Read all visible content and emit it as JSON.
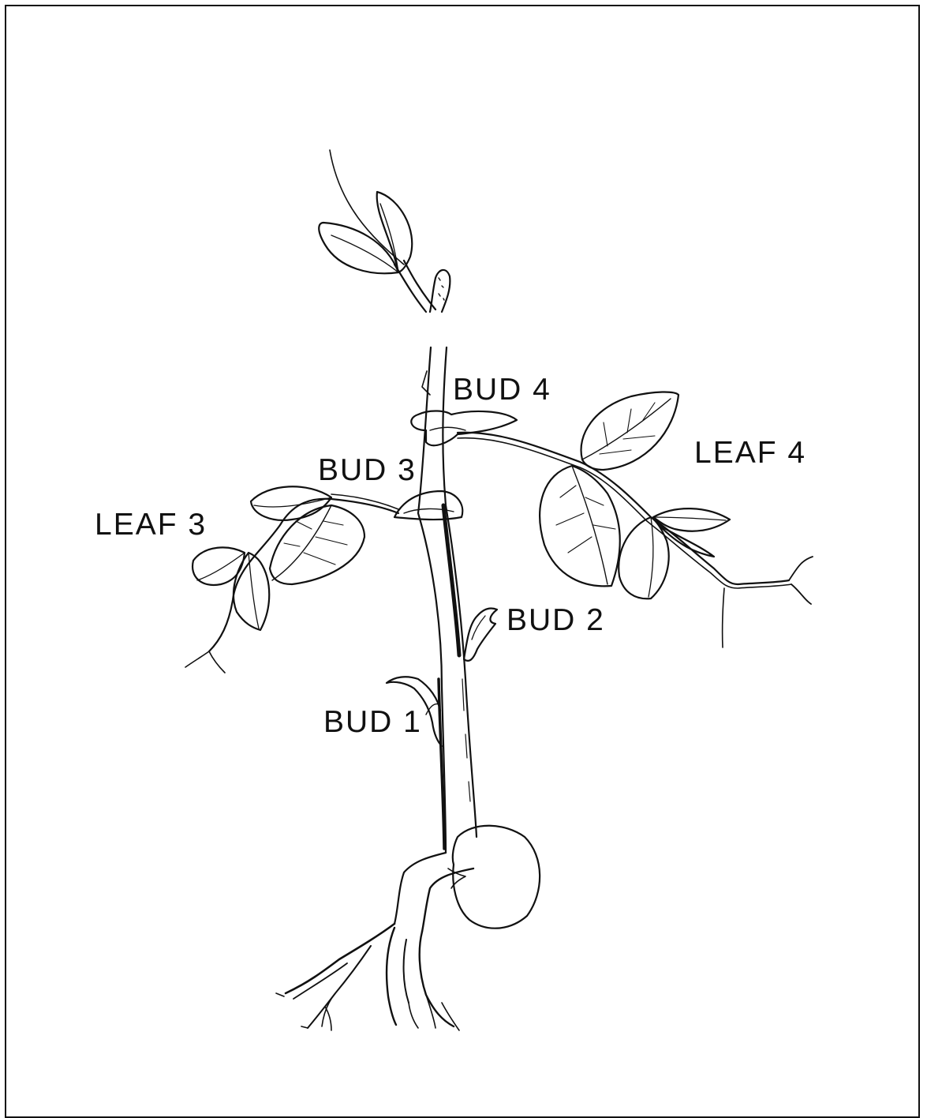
{
  "labels": {
    "bud4": "BUD 4",
    "leaf4": "LEAF 4",
    "bud3": "BUD 3",
    "leaf3": "LEAF 3",
    "bud2": "BUD 2",
    "bud1": "BUD 1"
  },
  "colors": {
    "ink": "#111111",
    "background": "#ffffff"
  }
}
